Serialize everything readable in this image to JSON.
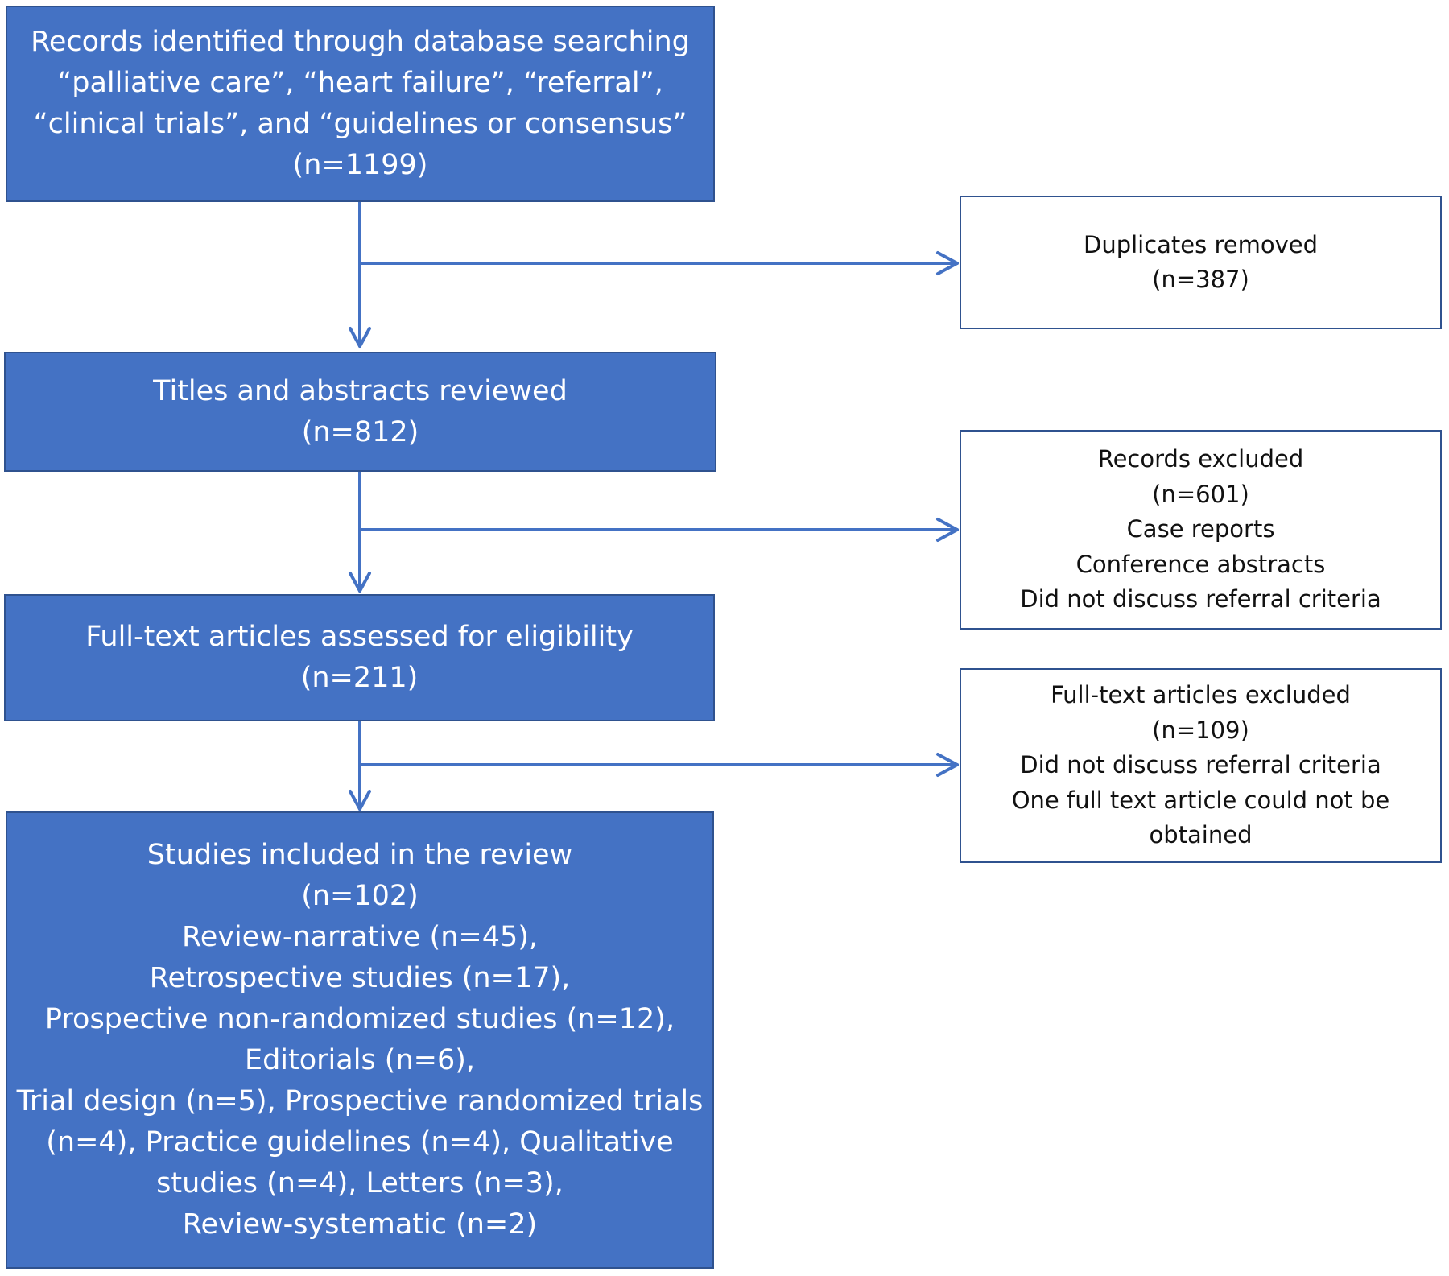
{
  "main_boxes": {
    "identified": [
      "Records identified through database searching",
      "“palliative care”, “heart failure”, “referral”,",
      "“clinical trials”, and “guidelines or consensus”",
      "(n=1199)"
    ],
    "screened": [
      "Titles and abstracts reviewed",
      "(n=812)"
    ],
    "eligibility": [
      "Full-text articles assessed for eligibility",
      "(n=211)"
    ],
    "included": [
      "Studies included in the review",
      "(n=102)",
      "Review-narrative (n=45),",
      "Retrospective studies (n=17),",
      "Prospective non-randomized studies (n=12),",
      "Editorials (n=6),",
      "Trial design (n=5), Prospective randomized trials",
      "(n=4), Practice guidelines (n=4), Qualitative",
      "studies (n=4), Letters (n=3),",
      "Review-systematic (n=2)"
    ]
  },
  "side_boxes": {
    "duplicates": [
      "Duplicates removed",
      "(n=387)"
    ],
    "records_excluded": [
      "Records excluded",
      "(n=601)",
      "Case reports",
      "Conference abstracts",
      "Did not discuss referral criteria"
    ],
    "fulltext_excluded": [
      "Full-text articles excluded",
      "(n=109)",
      "Did not discuss referral criteria",
      "One full text article could not be",
      "obtained"
    ]
  },
  "colors": {
    "box_fill": "#4472c4",
    "box_border": "#2f528f",
    "arrow": "#4472c4"
  }
}
